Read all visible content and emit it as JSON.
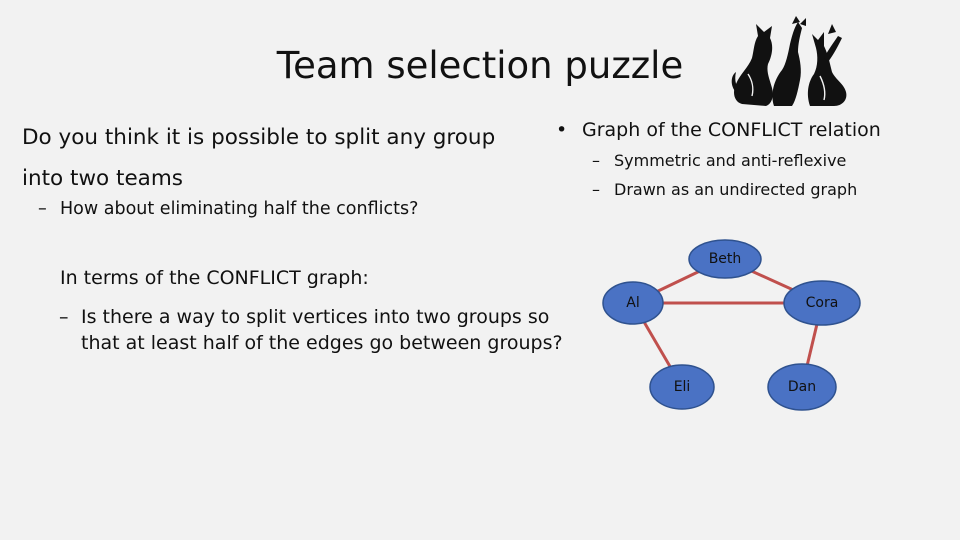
{
  "title": "Team selection puzzle",
  "question": {
    "main": "Do you think it is possible to split any group into two teams",
    "sub_bullet": "–",
    "sub": "How about eliminating half the conflicts?"
  },
  "graph_info": {
    "bullet": "•",
    "text": "Graph of the CONFLICT relation",
    "sub_bullet": "–",
    "sub_items": [
      "Symmetric and anti-reflexive",
      "Drawn as an undirected graph"
    ]
  },
  "terms": {
    "heading": "In terms of the CONFLICT graph:",
    "sub_bullet": "–",
    "sub": "Is there a way to split vertices into two groups so that at least half of the edges go between groups?"
  },
  "graph": {
    "node_color": "#4a72c4",
    "node_stroke": "#2f528f",
    "edge_color": "#c0504d",
    "nodes": [
      {
        "id": "beth",
        "label": "Beth"
      },
      {
        "id": "al",
        "label": "Al"
      },
      {
        "id": "cora",
        "label": "Cora"
      },
      {
        "id": "eli",
        "label": "Eli"
      },
      {
        "id": "dan",
        "label": "Dan"
      }
    ],
    "edges": [
      {
        "from": "al",
        "to": "beth"
      },
      {
        "from": "beth",
        "to": "cora"
      },
      {
        "from": "al",
        "to": "cora"
      },
      {
        "from": "al",
        "to": "eli"
      },
      {
        "from": "cora",
        "to": "dan"
      }
    ]
  },
  "image": {
    "icon": "cats-silhouette-icon"
  }
}
